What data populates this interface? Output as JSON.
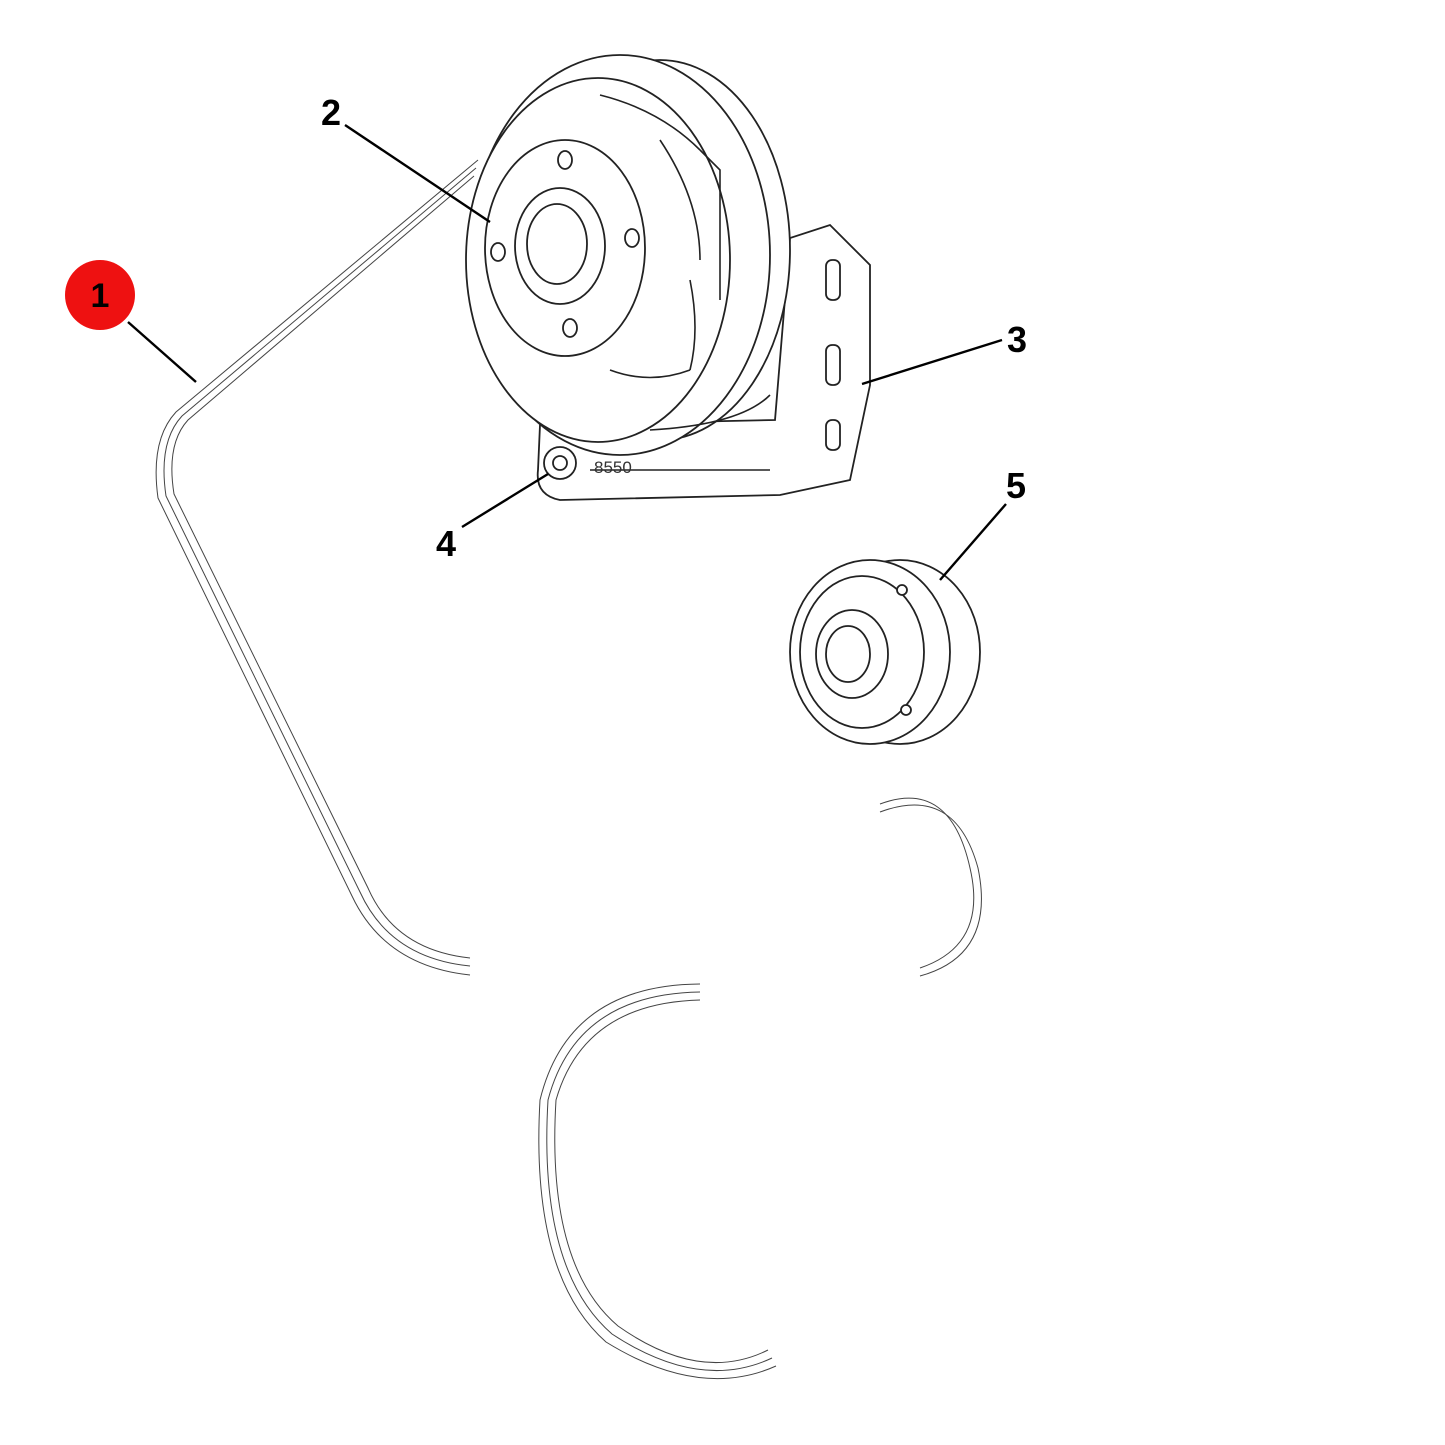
{
  "callouts": [
    {
      "id": "1",
      "highlighted": true
    },
    {
      "id": "2",
      "highlighted": false
    },
    {
      "id": "3",
      "highlighted": false
    },
    {
      "id": "4",
      "highlighted": false
    },
    {
      "id": "5",
      "highlighted": false
    }
  ],
  "labels": {
    "c1": "1",
    "c2": "2",
    "c3": "3",
    "c4": "4",
    "c5": "5"
  },
  "stamp_text": "8550",
  "colors": {
    "highlight": "#ee1111",
    "line": "#222222",
    "background": "#ffffff"
  }
}
